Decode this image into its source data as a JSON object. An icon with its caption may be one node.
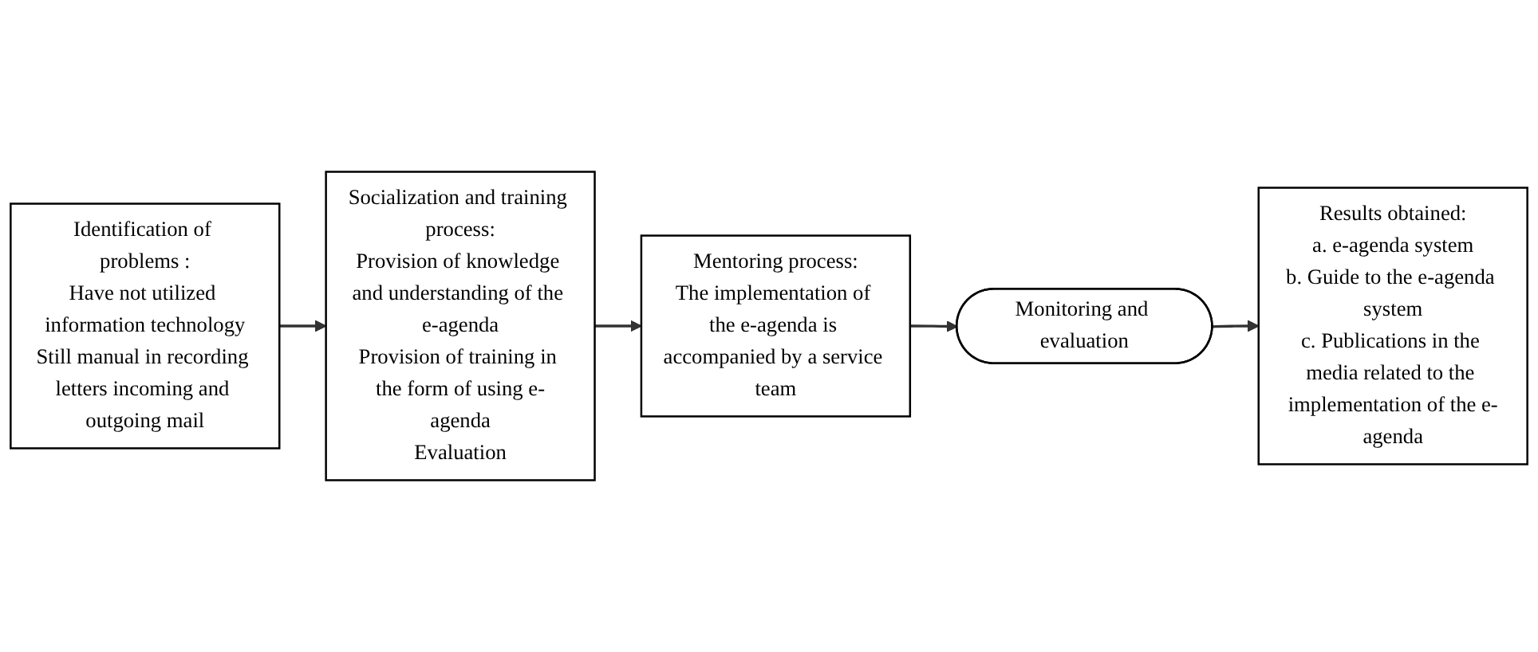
{
  "diagram": {
    "nodes": [
      {
        "text": [
          "Identification of problems :",
          "Have not utilized information technology",
          "Still manual in recording letters incoming and outgoing mail"
        ]
      },
      {
        "text": [
          "Socialization and training process:",
          "Provision of knowledge and understanding of the e-agenda",
          "Provision of training in the form of using e-agenda",
          "Evaluation"
        ]
      },
      {
        "text": [
          "Mentoring process:",
          "The implementation of the e-agenda is accompanied by a service team"
        ]
      },
      {
        "text": [
          "Monitoring and evaluation"
        ]
      },
      {
        "text": [
          "Results obtained:",
          "a. e-agenda system",
          "b. Guide to the e-agenda system",
          "c. Publications in the media related to the implementation of the e-agenda"
        ]
      }
    ],
    "edges": [
      {
        "from": 0,
        "to": 1,
        "arrow": "to"
      },
      {
        "from": 1,
        "to": 2,
        "arrow": "to"
      },
      {
        "from": 2,
        "to": 3,
        "arrow": "to"
      },
      {
        "from": 3,
        "to": 4,
        "arrow": "to"
      }
    ]
  }
}
